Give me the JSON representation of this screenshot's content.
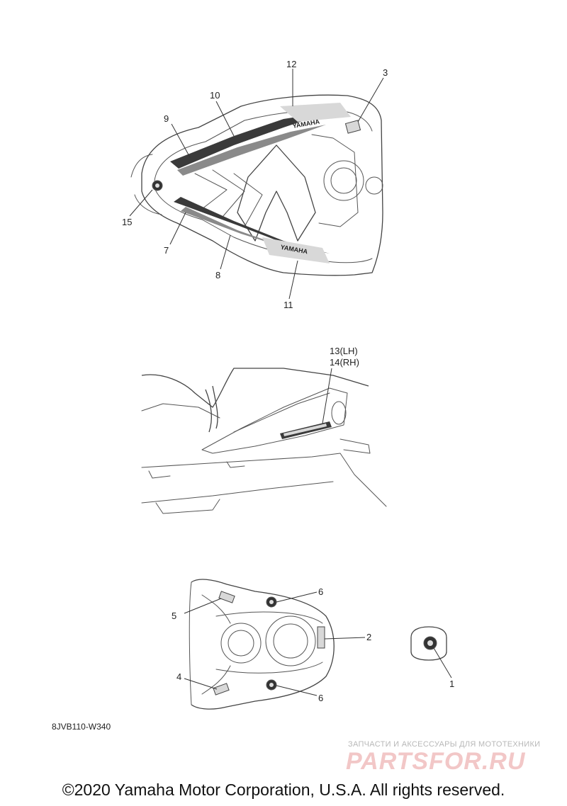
{
  "callouts": {
    "c1": "1",
    "c2": "2",
    "c3": "3",
    "c4": "4",
    "c5": "5",
    "c6a": "6",
    "c6b": "6",
    "c7": "7",
    "c8": "8",
    "c9": "9",
    "c10": "10",
    "c11": "11",
    "c12": "12",
    "c13": "13(LH)",
    "c14": "14(RH)",
    "c15": "15"
  },
  "brand_text": "YAMAHA",
  "part_code": "8JVB110-W340",
  "watermark": {
    "tagline": "ЗАПЧАСТИ И АКСЕССУАРЫ ДЛЯ МОТОТЕХНИКИ",
    "logo": "PARTSFOR.RU"
  },
  "copyright": "©2020 Yamaha Motor Corporation, U.S.A. All rights reserved.",
  "colors": {
    "line": "#555555",
    "decal": "#3a3a3a",
    "watermark": "#f2c7c7"
  }
}
